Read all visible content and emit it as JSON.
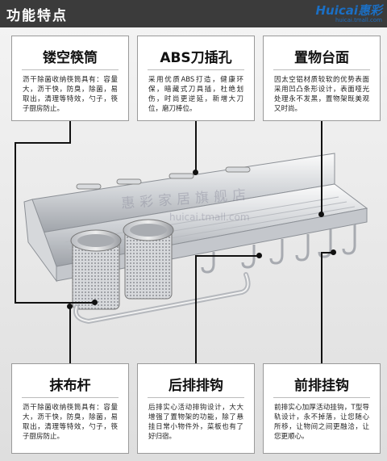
{
  "header": {
    "title": "功能特点",
    "brand_logo": "Huicai惠彩",
    "brand_sub": "huicai.tmall.com"
  },
  "watermark": {
    "text": "惠彩家居旗舰店",
    "url": "huicai.tmall.com"
  },
  "features": {
    "top": [
      {
        "title": "镂空筷筒",
        "body": "沥干除菌收纳筷筒具有：容量大，沥干快，防臭，除菌，易取出，清理等特效，勺子，筷子厨房防止。"
      },
      {
        "title": "ABS刀插孔",
        "body": "采用优质ABS打造，健康环保，暗藏式刀具插，杜绝划伤，时尚更逆延，新增大刀位，磨刀棒位。"
      },
      {
        "title": "置物台面",
        "body": "因太空铝材质较软的优势表面采用凹凸条形设计，表面哑光处理永不发黑，置物架既美观又时尚。"
      }
    ],
    "bottom": [
      {
        "title": "抹布杆",
        "body": "沥干除菌收纳筷筒具有：容量大，沥干快，防臭，除菌，易取出，清理等特效，勺子，筷子厨房防止。"
      },
      {
        "title": "后排排钩",
        "body": "后排实心活动排钩设计，大大增强了置物架的功能，除了悬挂日常小物件外，菜板也有了好归宿。"
      },
      {
        "title": "前排挂钩",
        "body": "前排实心加厚活动挂钩，T型导轨设计，永不掉落，让您随心所移，让物间之间更融洽，让您更顺心。"
      }
    ]
  }
}
